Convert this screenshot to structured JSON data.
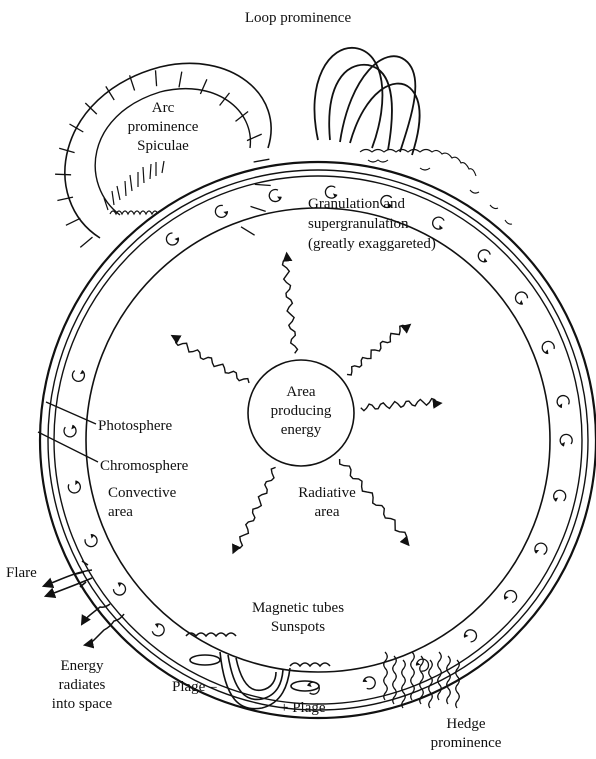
{
  "colors": {
    "ink": "#111111",
    "paper": "#ffffff"
  },
  "labels": {
    "loop_prominence": "Loop prominence",
    "arc_prominence": "Arc",
    "arc_prominence_2": "prominence",
    "spiculae": "Spiculae",
    "granulation_1": "Granulation and",
    "granulation_2": "supergranulation",
    "granulation_3": "(greatly exaggareted)",
    "core_1": "Area",
    "core_2": "producing",
    "core_3": "energy",
    "photosphere": "Photosphere",
    "chromosphere": "Chromosphere",
    "convective_1": "Convective",
    "convective_2": "area",
    "radiative_1": "Radiative",
    "radiative_2": "area",
    "flare": "Flare",
    "magnetic_1": "Magnetic tubes",
    "magnetic_2": "Sunspots",
    "energy_1": "Energy",
    "energy_2": "radiates",
    "energy_3": "into space",
    "plage_minus": "Plage –",
    "plage_plus": "+ Plage",
    "hedge_1": "Hedge",
    "hedge_2": "prominence"
  },
  "icons": [
    "convection-cell-icon",
    "wavy-energy-arrow-icon"
  ]
}
